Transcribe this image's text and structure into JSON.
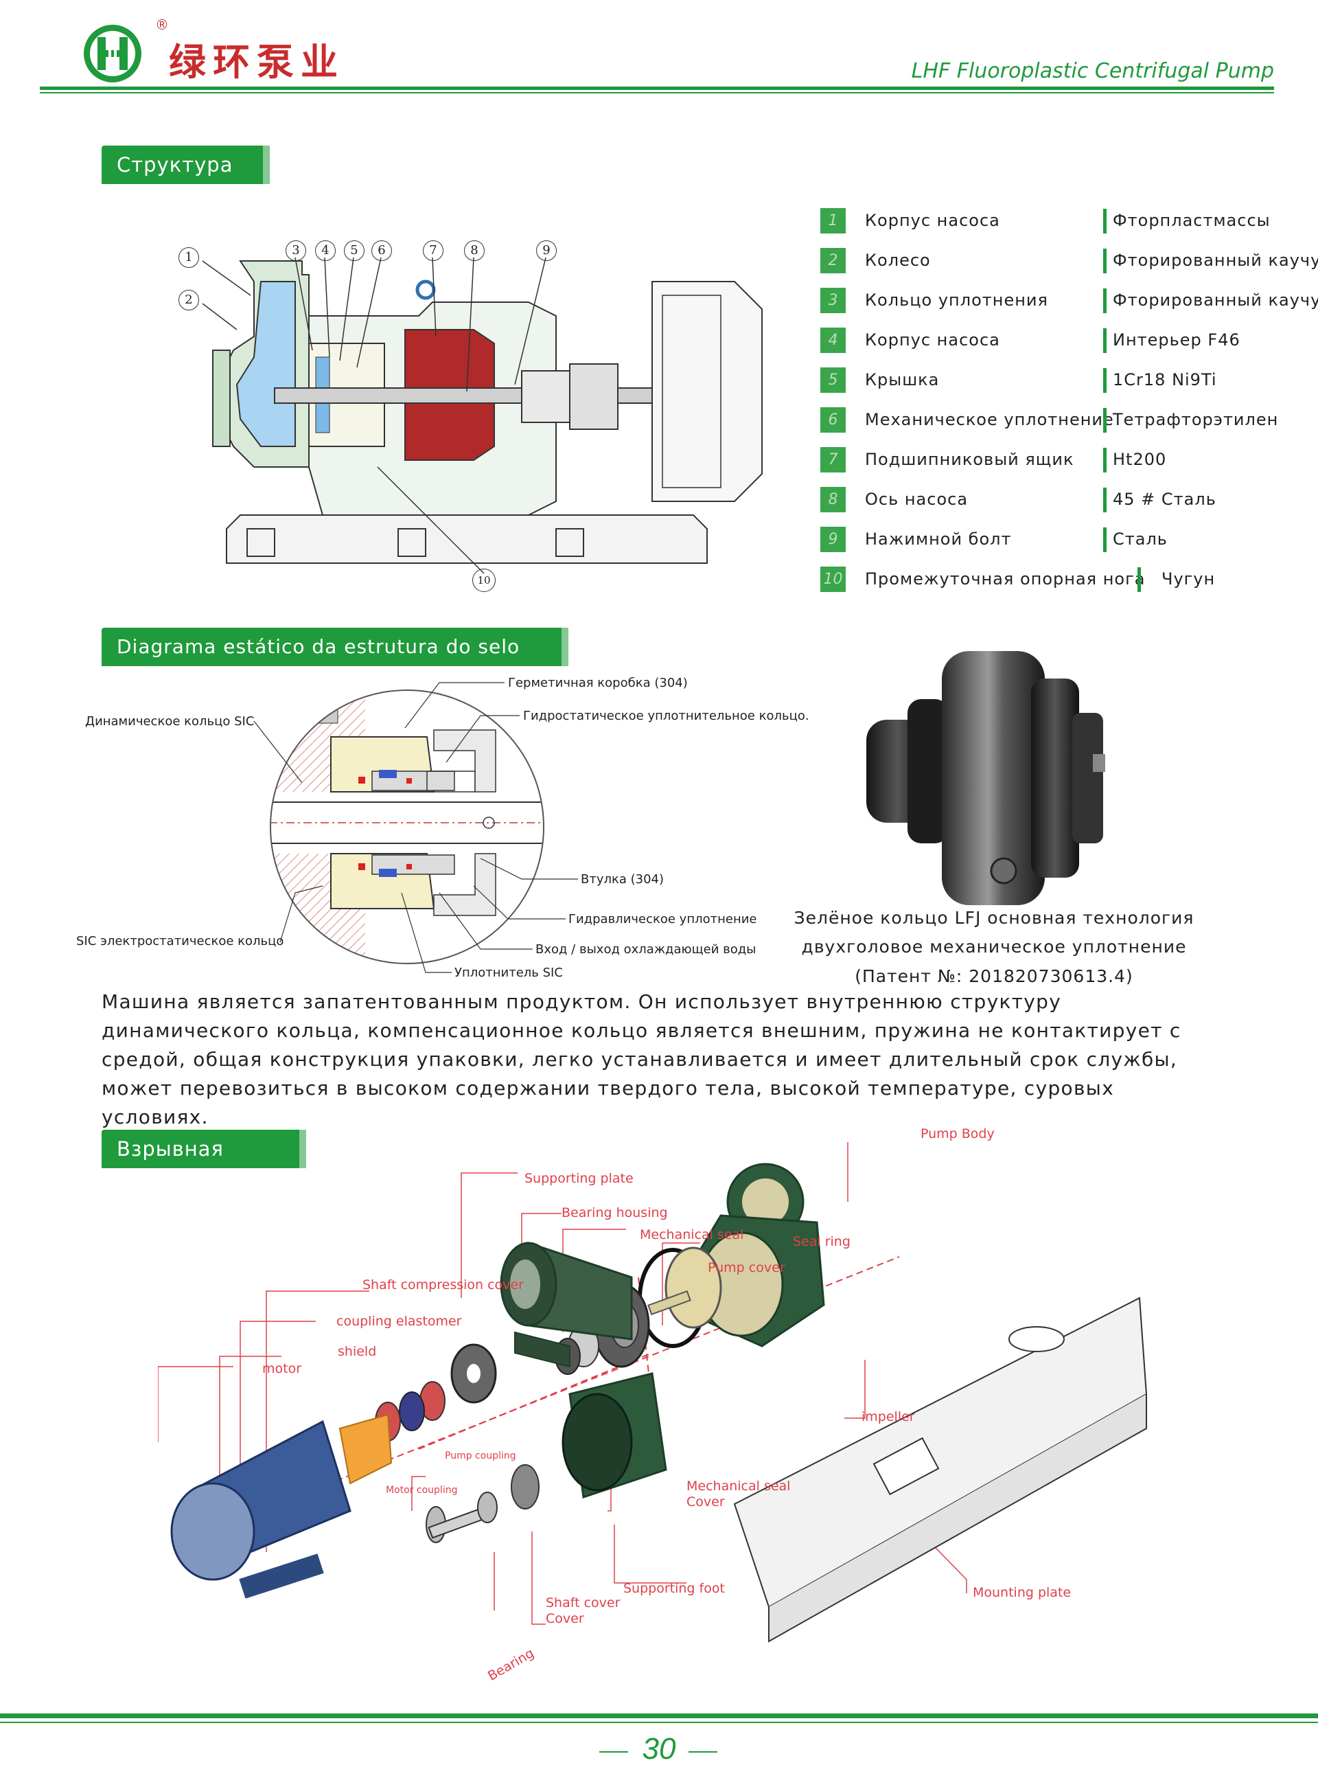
{
  "header": {
    "brand_cn": "绿环泵业",
    "registered_mark": "®",
    "logo_letter": "H",
    "subtitle": "LHF Fluoroplastic Centrifugal Pump"
  },
  "section_structure": {
    "title": "Структура",
    "callouts": [
      "1",
      "2",
      "3",
      "4",
      "5",
      "6",
      "7",
      "8",
      "9",
      "10"
    ],
    "parts": [
      {
        "num": "1",
        "name": "Корпус насоса",
        "material": "Фторпластмассы"
      },
      {
        "num": "2",
        "name": "Колесо",
        "material": "Фторированный каучук"
      },
      {
        "num": "3",
        "name": "Кольцо уплотнения",
        "material": "Фторированный каучук"
      },
      {
        "num": "4",
        "name": "Корпус насоса",
        "material": "Интерьер F46"
      },
      {
        "num": "5",
        "name": "Крышка",
        "material": "1Cr18 Ni9Ti"
      },
      {
        "num": "6",
        "name": "Механическое уплотнение",
        "material": "Тетрафторэтилен"
      },
      {
        "num": "7",
        "name": "Подшипниковый ящик",
        "material": "Ht200"
      },
      {
        "num": "8",
        "name": "Ось насоса",
        "material": "45 # Сталь"
      },
      {
        "num": "9",
        "name": "Нажимной болт",
        "material": "Сталь"
      },
      {
        "num": "10",
        "name": "Промежуточная опорная нога",
        "material": "Чугун"
      }
    ]
  },
  "section_seal": {
    "title": "Diagrama estático da estrutura do selo LFJ",
    "labels": {
      "sealed_box": "Герметичная коробка (304)",
      "hydrostatic_ring": "Гидростатическое уплотнительное кольцо.",
      "dynamic_ring": "Динамическое кольцо SIC",
      "sleeve": "Втулка (304)",
      "hydraulic_seal": "Гидравлическое уплотнение",
      "cooling_water": "Вход / выход охлаждающей воды",
      "sic_static_ring": "SIC электростатическое кольцо",
      "sic_seal": "Уплотнитель SIC"
    },
    "caption_lines": [
      "Зелёное кольцо LFJ основная технология",
      "двухголовое механическое уплотнение",
      "(Патент №: 201820730613.4)"
    ],
    "description": "Машина является запатентованным продуктом. Он использует внутреннюю структуру динамического кольца, компенсационное кольцо является внешним, пружина не контактирует с средой, общая конструкция упаковки, легко устанавливается и имеет длительный срок службы, может перевозиться в высоком содержании твердого тела, высокой температуре, суровых условиях."
  },
  "section_exploded": {
    "title": "Взрывная карта",
    "labels": {
      "pump_body": "Pump Body",
      "supporting_plate": "Supporting plate",
      "bearing_housing": "Bearing housing",
      "mechanical_seal": "Mechanical seal",
      "seal_ring": "Seal ring",
      "pump_cover": "Pump cover",
      "shaft_compression_cover": "Shaft compression cover",
      "coupling_elastomer": "coupling elastomer",
      "shield": "shield",
      "motor": "motor",
      "impeller": "impeller",
      "pump_coupling": "Pump coupling",
      "motor_coupling": "Motor coupling",
      "mechanical_seal_cover_1": "Mechanical seal",
      "mechanical_seal_cover_2": "Cover",
      "supporting_foot": "Supporting foot",
      "shaft_cover_1": "Shaft cover",
      "shaft_cover_2": "Cover",
      "bearing": "Bearing",
      "mounting_plate": "Mounting plate"
    }
  },
  "footer": {
    "page_number": "30"
  },
  "colors": {
    "brand_green": "#1f9a3c",
    "label_red": "#e0404a"
  }
}
